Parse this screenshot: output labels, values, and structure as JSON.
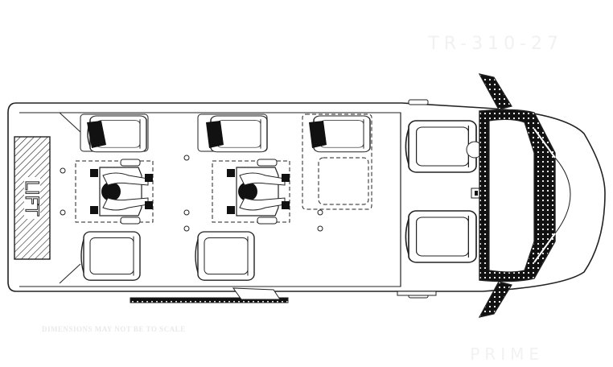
{
  "diagram": {
    "model_code": "TR-310-27",
    "lift_label": "LIFT",
    "disclaimer": "DIMENSIONS MAY NOT BE TO SCALE",
    "brand": "PRIME"
  },
  "colors": {
    "line": "#222222",
    "fill": "#ffffff",
    "dark": "#111111",
    "faint": "#efefef"
  }
}
